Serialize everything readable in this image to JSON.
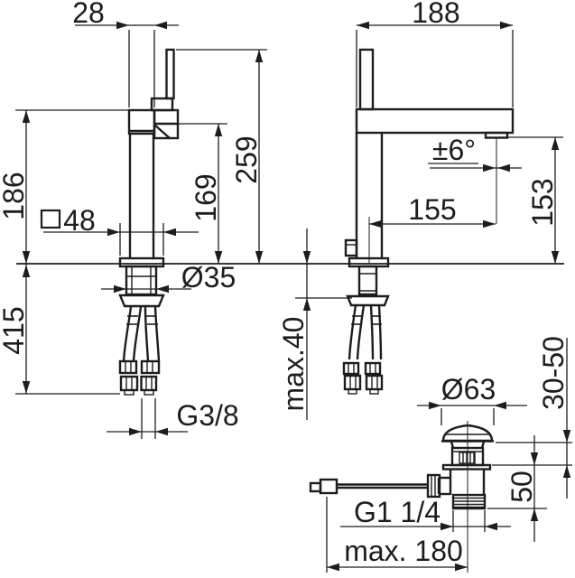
{
  "drawing": {
    "kind": "faucet-dimension-drawing",
    "line_color": "#1d1d1b",
    "background": "#ffffff"
  },
  "views": {
    "front": {
      "dims": {
        "body_width": "28",
        "height_body": "186",
        "height_total": "259",
        "height_spout": "169",
        "square_label": "48",
        "hose_length": "415",
        "shank_dia": "Ø35",
        "hose_thread": "G3/8"
      }
    },
    "side": {
      "dims": {
        "depth": "188",
        "swivel": "±6°",
        "reach": "155",
        "outlet_height": "153",
        "deck_max": "max.40"
      }
    },
    "drain": {
      "dims": {
        "flange_dia": "Ø63",
        "clamp_range": "30-50",
        "height": "50",
        "thread": "G1 1/4",
        "rod_reach": "max. 180"
      }
    }
  }
}
